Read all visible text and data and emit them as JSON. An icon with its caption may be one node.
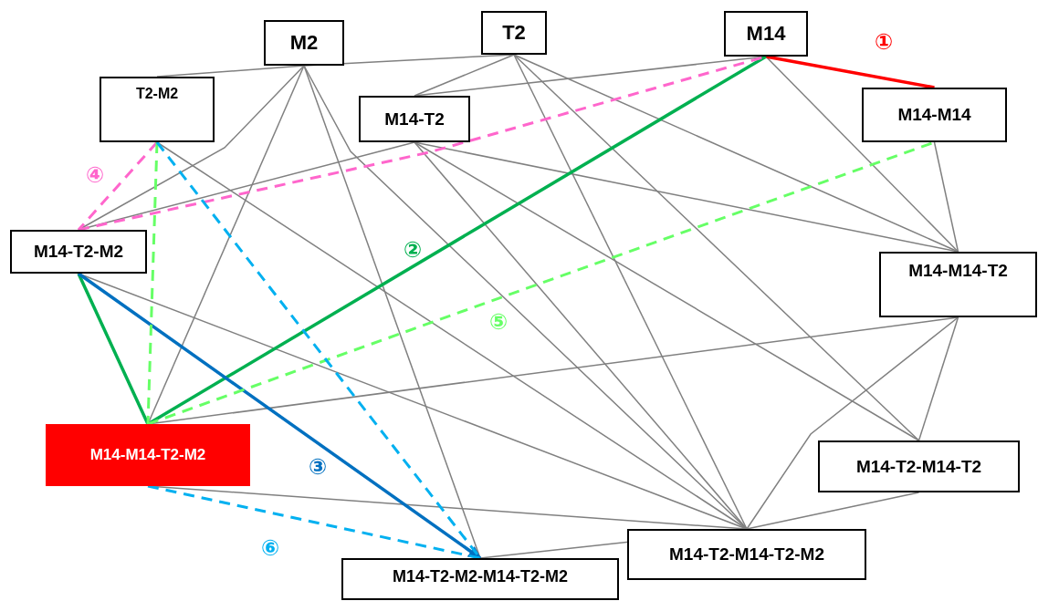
{
  "diagram": {
    "nodes": [
      {
        "text": [
          "M2"
        ]
      },
      {
        "text": [
          "T2"
        ]
      },
      {
        "text": [
          "M14"
        ]
      },
      {
        "text": [
          "T2-M2"
        ]
      },
      {
        "text": [
          "M14-T2"
        ]
      },
      {
        "text": [
          "M14-M14"
        ]
      },
      {
        "text": [
          "M14-T2-M2"
        ]
      },
      {
        "text": [
          "M14-M14-T2"
        ]
      },
      {
        "text": [
          "M14-M14-T2-M2"
        ]
      },
      {
        "text": [
          "M14-T2-M14-T2"
        ]
      },
      {
        "text": [
          "M14-T2-M2-M14-T2-M2"
        ]
      },
      {
        "text": [
          "M14-T2-M14-T2-M2"
        ]
      }
    ],
    "edges": [
      {
        "from": 0,
        "to": 1,
        "arrow": "none"
      },
      {
        "from": 0,
        "to": 3,
        "arrow": "none"
      },
      {
        "from": 0,
        "to": 6,
        "arrow": "none"
      },
      {
        "from": 0,
        "to": 8,
        "arrow": "none"
      },
      {
        "from": 0,
        "to": 10,
        "arrow": "none"
      },
      {
        "from": 0,
        "to": 11,
        "arrow": "none"
      },
      {
        "from": 1,
        "to": 4,
        "arrow": "none"
      },
      {
        "from": 1,
        "to": 7,
        "arrow": "none"
      },
      {
        "from": 1,
        "to": 9,
        "arrow": "none"
      },
      {
        "from": 1,
        "to": 11,
        "arrow": "none"
      },
      {
        "from": 4,
        "to": 2,
        "arrow": "none"
      },
      {
        "from": 4,
        "to": 6,
        "arrow": "none"
      },
      {
        "from": 4,
        "to": 7,
        "arrow": "none"
      },
      {
        "from": 4,
        "to": 9,
        "arrow": "none"
      },
      {
        "from": 4,
        "to": 11,
        "arrow": "none"
      },
      {
        "from": 2,
        "to": 7,
        "arrow": "none"
      },
      {
        "from": 5,
        "to": 7,
        "arrow": "none"
      },
      {
        "from": 3,
        "to": 11,
        "arrow": "none"
      },
      {
        "from": 6,
        "to": 11,
        "arrow": "none"
      },
      {
        "from": 8,
        "to": 7,
        "arrow": "none"
      },
      {
        "from": 8,
        "to": 11,
        "arrow": "none"
      },
      {
        "from": 7,
        "to": 9,
        "arrow": "none"
      },
      {
        "from": 7,
        "to": 11,
        "arrow": "none"
      },
      {
        "from": 9,
        "to": 11,
        "arrow": "none"
      },
      {
        "from": 10,
        "to": 11,
        "arrow": "none"
      },
      {
        "from": 2,
        "to": 5,
        "arrow": "none",
        "label": "①",
        "style": "thick",
        "color": "#ff0000"
      },
      {
        "from": 8,
        "to": 2,
        "arrow": "none",
        "label": "②",
        "style": "thick",
        "color": "#00b050"
      },
      {
        "from": 6,
        "to": 8,
        "arrow": "none",
        "style": "thick",
        "color": "#00b050"
      },
      {
        "from": 6,
        "to": 10,
        "arrow": "to",
        "label": "③",
        "style": "thick",
        "color": "#0070c0"
      },
      {
        "from": 3,
        "to": 6,
        "arrow": "none",
        "label": "④",
        "style": "dashed",
        "color": "#ff66cc"
      },
      {
        "from": 6,
        "to": 2,
        "arrow": "none",
        "style": "dashed",
        "color": "#ff66cc"
      },
      {
        "from": 8,
        "to": 5,
        "arrow": "none",
        "label": "⑤",
        "style": "dashed",
        "color": "#66ff66"
      },
      {
        "from": 3,
        "to": 8,
        "arrow": "none",
        "style": "dashed",
        "color": "#66ff66"
      },
      {
        "from": 8,
        "to": 10,
        "arrow": "none",
        "label": "⑥",
        "style": "dashed",
        "color": "#00b0f0"
      },
      {
        "from": 3,
        "to": 10,
        "arrow": "none",
        "style": "dashed",
        "color": "#00b0f0"
      }
    ]
  }
}
